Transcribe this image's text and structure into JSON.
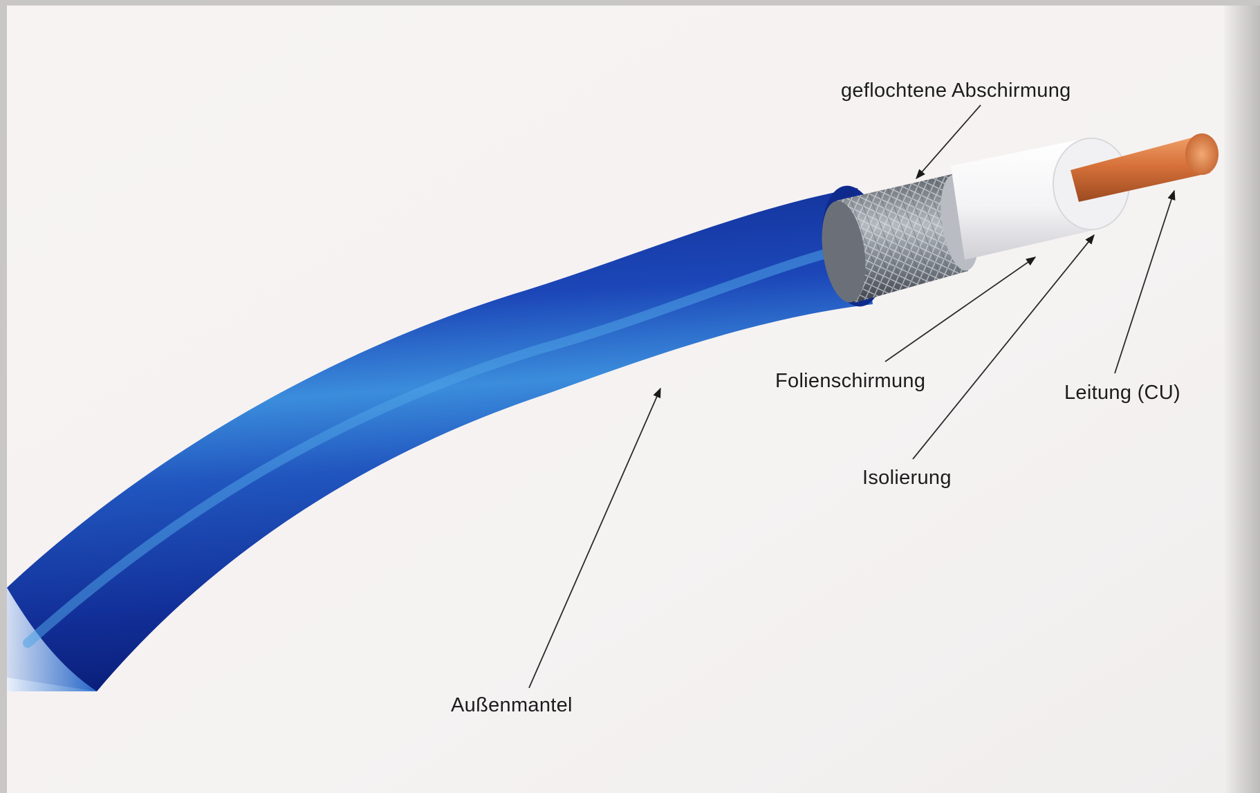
{
  "diagram": {
    "labels": {
      "braided_shield": "geflochtene Abschirmung",
      "foil_shield": "Folienschirmung",
      "conductor": "Leitung (CU)",
      "insulation": "Isolierung",
      "outer_jacket": "Außenmantel"
    },
    "colors": {
      "jacket": "#1d3fae",
      "jacket_highlight": "#3a8fd8",
      "braid": "#8a8f96",
      "insulation": "#f4f4f6",
      "copper": "#d7713a",
      "background": "#f6f3f3"
    }
  }
}
